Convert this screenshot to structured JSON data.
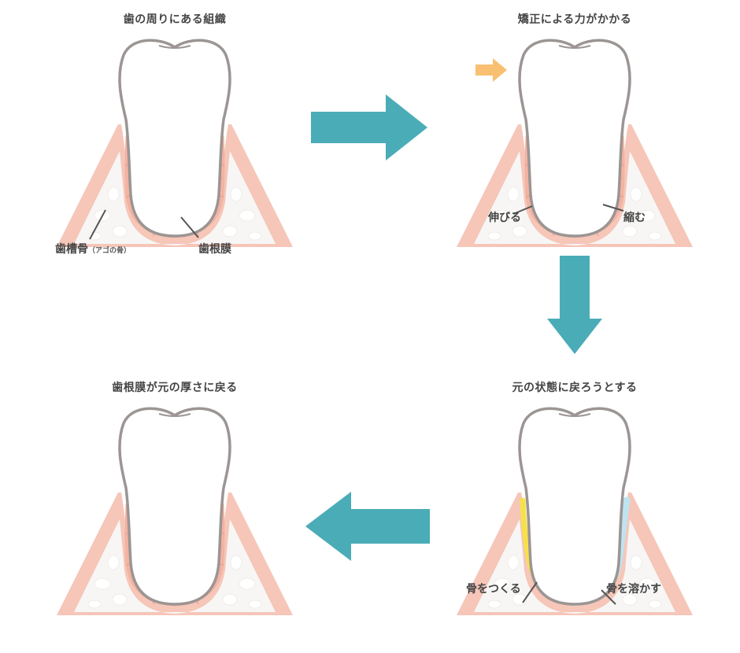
{
  "colors": {
    "bone_band": "#f6c6b8",
    "bone_fill": "#f7f6f5",
    "tooth_outline": "#9b9593",
    "ligament": "#f3b3a3",
    "flow_arrow": "#4aacb7",
    "force_arrow": "#f8c070",
    "new_bone": "#f7e14a",
    "dissolve_bone": "#bfe3f1",
    "text": "#444444"
  },
  "panels": {
    "p1": {
      "title": "歯の周りにある組織",
      "labels": {
        "alveolar_bone": "歯槽骨",
        "alveolar_note": "（アゴの骨）",
        "ligament": "歯根膜"
      }
    },
    "p2": {
      "title": "矯正による力がかかる",
      "labels": {
        "stretch": "伸びる",
        "shrink": "縮む"
      },
      "force_arrow_icon": "right-arrow-icon"
    },
    "p3": {
      "title": "元の状態に戻ろうとする",
      "labels": {
        "build_bone": "骨をつくる",
        "dissolve_bone": "骨を溶かす"
      }
    },
    "p4": {
      "title": "歯根膜が元の厚さに戻る"
    }
  },
  "flow": {
    "arrow1": "right-arrow-icon",
    "arrow2": "down-arrow-icon",
    "arrow3": "left-arrow-icon"
  }
}
